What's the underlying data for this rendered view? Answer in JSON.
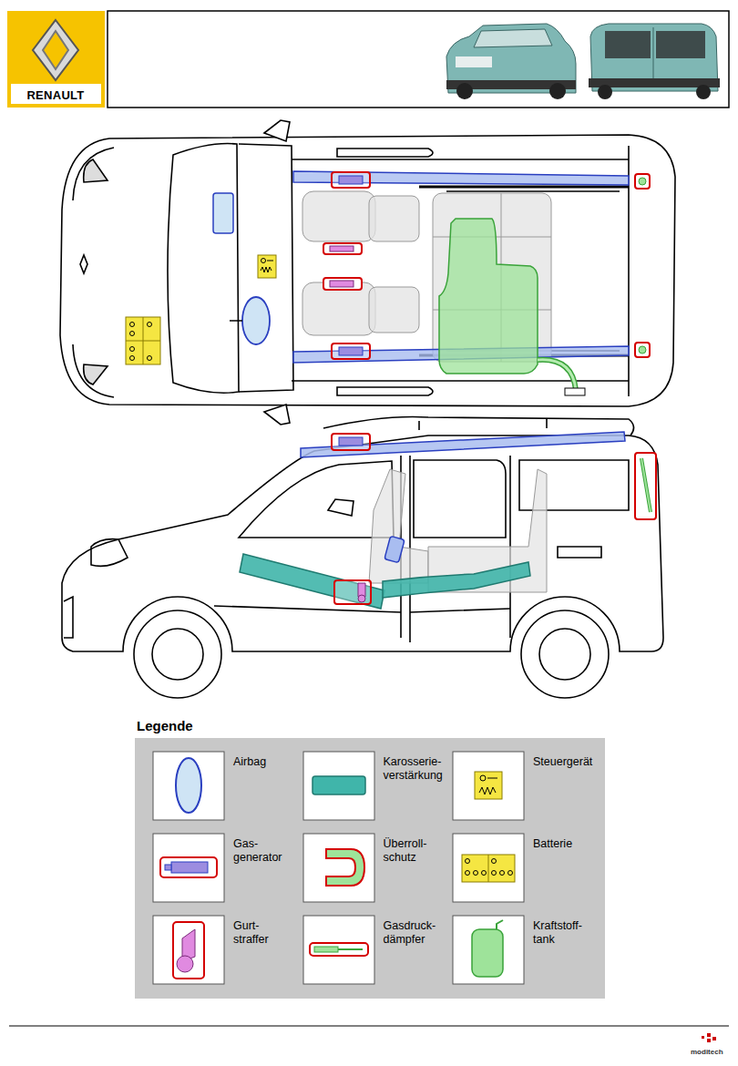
{
  "diagram": {
    "labels": [
      "RENAULT",
      "Legende",
      "moditech"
    ],
    "legend": [
      {
        "text": "Airbag"
      },
      {
        "text": "Karosserie- verstärkung"
      },
      {
        "text": "Steuergerät"
      },
      {
        "text": "Gas- generator"
      },
      {
        "text": "Überroll- schutz"
      },
      {
        "text": "Batterie"
      },
      {
        "text": "Gurt- straffer"
      },
      {
        "text": "Gasdruck- dämpfer"
      },
      {
        "text": "Kraftstoff- tank"
      }
    ]
  }
}
